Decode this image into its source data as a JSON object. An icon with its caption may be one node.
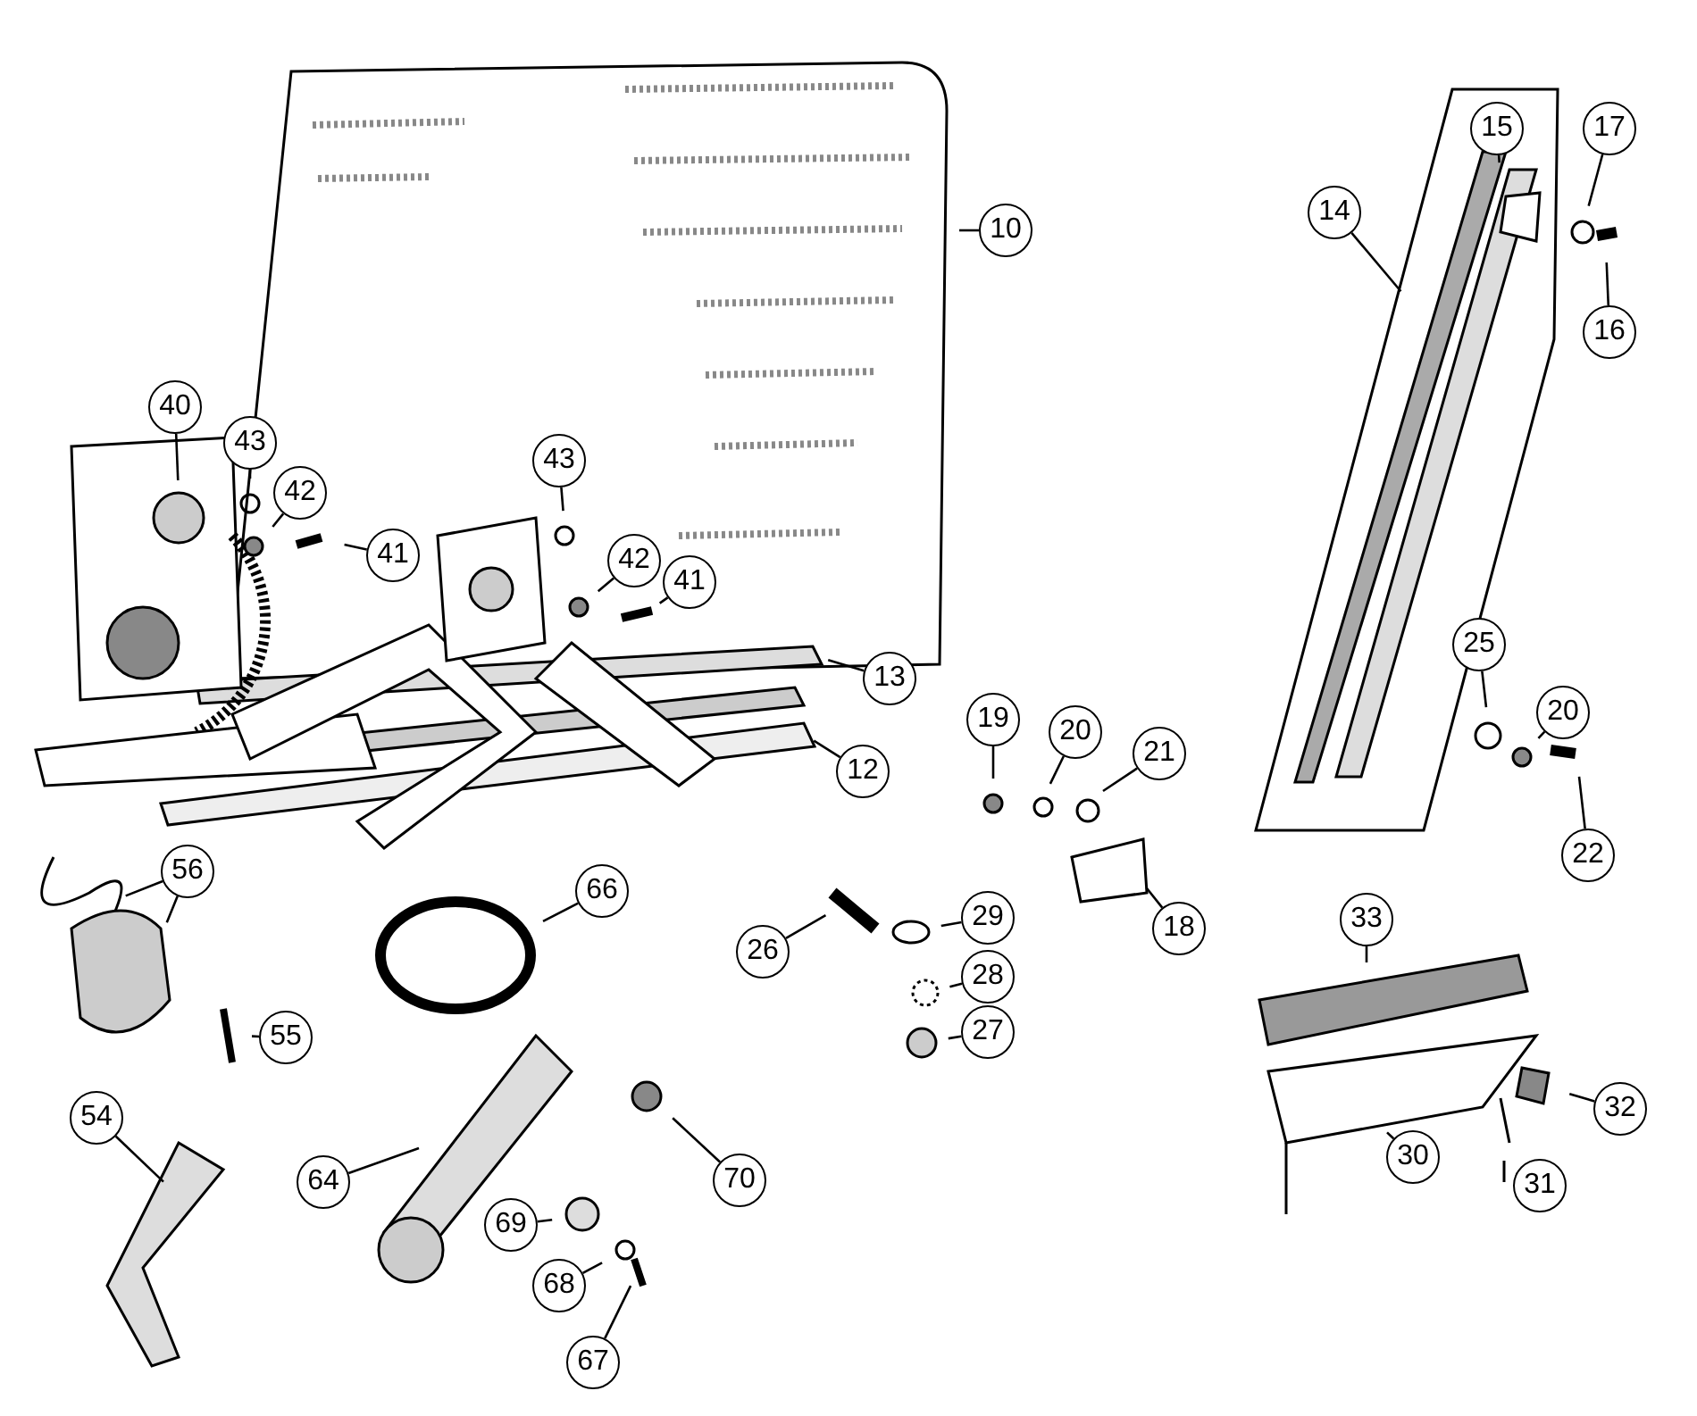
{
  "diagram": {
    "nodes": [
      {
        "text": [
          "10"
        ]
      },
      {
        "text": [
          "14"
        ]
      },
      {
        "text": [
          "15"
        ]
      },
      {
        "text": [
          "17"
        ]
      },
      {
        "text": [
          "16"
        ]
      },
      {
        "text": [
          "40"
        ]
      },
      {
        "text": [
          "43"
        ]
      },
      {
        "text": [
          "42"
        ]
      },
      {
        "text": [
          "41"
        ]
      },
      {
        "text": [
          "43"
        ]
      },
      {
        "text": [
          "42"
        ]
      },
      {
        "text": [
          "41"
        ]
      },
      {
        "text": [
          "13"
        ]
      },
      {
        "text": [
          "12"
        ]
      },
      {
        "text": [
          "19"
        ]
      },
      {
        "text": [
          "20"
        ]
      },
      {
        "text": [
          "21"
        ]
      },
      {
        "text": [
          "25"
        ]
      },
      {
        "text": [
          "20"
        ]
      },
      {
        "text": [
          "22"
        ]
      },
      {
        "text": [
          "56"
        ]
      },
      {
        "text": [
          "66"
        ]
      },
      {
        "text": [
          "26"
        ]
      },
      {
        "text": [
          "29"
        ]
      },
      {
        "text": [
          "18"
        ]
      },
      {
        "text": [
          "33"
        ]
      },
      {
        "text": [
          "28"
        ]
      },
      {
        "text": [
          "55"
        ]
      },
      {
        "text": [
          "27"
        ]
      },
      {
        "text": [
          "54"
        ]
      },
      {
        "text": [
          "32"
        ]
      },
      {
        "text": [
          "64"
        ]
      },
      {
        "text": [
          "30"
        ]
      },
      {
        "text": [
          "70"
        ]
      },
      {
        "text": [
          "31"
        ]
      },
      {
        "text": [
          "69"
        ]
      },
      {
        "text": [
          "68"
        ]
      },
      {
        "text": [
          "67"
        ]
      }
    ],
    "edges": [
      {
        "from": 0,
        "to": null,
        "arrow": "none"
      },
      {
        "from": 1,
        "to": null,
        "arrow": "none"
      },
      {
        "from": 2,
        "to": null,
        "arrow": "none"
      },
      {
        "from": 3,
        "to": null,
        "arrow": "none"
      },
      {
        "from": 4,
        "to": null,
        "arrow": "none"
      },
      {
        "from": 5,
        "to": null,
        "arrow": "none"
      },
      {
        "from": 6,
        "to": null,
        "arrow": "none"
      },
      {
        "from": 7,
        "to": null,
        "arrow": "none"
      },
      {
        "from": 8,
        "to": null,
        "arrow": "none"
      },
      {
        "from": 9,
        "to": null,
        "arrow": "none"
      },
      {
        "from": 10,
        "to": null,
        "arrow": "none"
      },
      {
        "from": 11,
        "to": null,
        "arrow": "none"
      },
      {
        "from": 12,
        "to": null,
        "arrow": "none"
      },
      {
        "from": 13,
        "to": null,
        "arrow": "none"
      },
      {
        "from": 14,
        "to": null,
        "arrow": "none"
      },
      {
        "from": 15,
        "to": null,
        "arrow": "none"
      },
      {
        "from": 16,
        "to": null,
        "arrow": "none"
      },
      {
        "from": 17,
        "to": null,
        "arrow": "none"
      },
      {
        "from": 18,
        "to": null,
        "arrow": "none"
      },
      {
        "from": 19,
        "to": null,
        "arrow": "none"
      },
      {
        "from": 20,
        "to": null,
        "arrow": "none"
      },
      {
        "from": 20,
        "to": null,
        "arrow": "none"
      },
      {
        "from": 21,
        "to": null,
        "arrow": "none"
      },
      {
        "from": 22,
        "to": null,
        "arrow": "none"
      },
      {
        "from": 23,
        "to": null,
        "arrow": "none"
      },
      {
        "from": 24,
        "to": null,
        "arrow": "none"
      },
      {
        "from": 25,
        "to": null,
        "arrow": "none"
      },
      {
        "from": 26,
        "to": null,
        "arrow": "none"
      },
      {
        "from": 27,
        "to": null,
        "arrow": "none"
      },
      {
        "from": 28,
        "to": null,
        "arrow": "none"
      },
      {
        "from": 29,
        "to": null,
        "arrow": "none"
      },
      {
        "from": 30,
        "to": null,
        "arrow": "none"
      },
      {
        "from": 31,
        "to": null,
        "arrow": "none"
      },
      {
        "from": 32,
        "to": null,
        "arrow": "none"
      },
      {
        "from": 33,
        "to": null,
        "arrow": "none"
      },
      {
        "from": 34,
        "to": null,
        "arrow": "none"
      },
      {
        "from": 35,
        "to": null,
        "arrow": "none"
      },
      {
        "from": 36,
        "to": null,
        "arrow": "none"
      },
      {
        "from": 37,
        "to": null,
        "arrow": "none"
      }
    ]
  }
}
